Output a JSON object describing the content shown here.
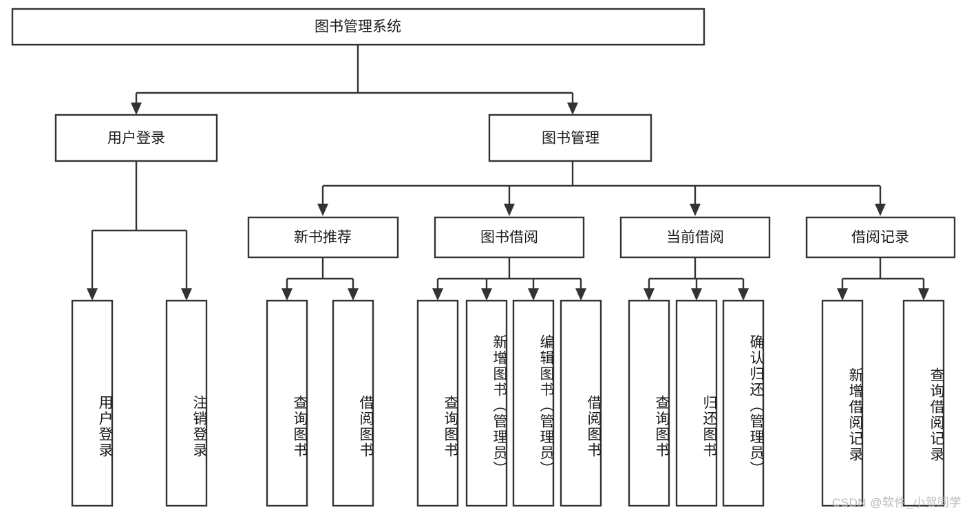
{
  "diagram": {
    "title": "图书管理系统",
    "type": "hierarchy-tree",
    "watermark": "CSDN @软件_小贺同学",
    "colors": {
      "box_stroke": "#333333",
      "box_fill": "#ffffff",
      "text": "#1a1a1a",
      "watermark": "#b9b9b9",
      "background": "#ffffff"
    },
    "root": {
      "id": "root",
      "label": "图书管理系统"
    },
    "level2": [
      {
        "id": "user-login",
        "label": "用户登录"
      },
      {
        "id": "book-manage",
        "label": "图书管理"
      }
    ],
    "level3": [
      {
        "id": "new-book-recommend",
        "label": "新书推荐",
        "parent": "book-manage"
      },
      {
        "id": "book-borrow",
        "label": "图书借阅",
        "parent": "book-manage"
      },
      {
        "id": "current-borrow",
        "label": "当前借阅",
        "parent": "book-manage"
      },
      {
        "id": "borrow-record",
        "label": "借阅记录",
        "parent": "book-manage"
      }
    ],
    "leaves": [
      {
        "id": "leaf-user-login",
        "label": "用户登录",
        "parent": "user-login"
      },
      {
        "id": "leaf-user-logout",
        "label": "注销登录",
        "parent": "user-login"
      },
      {
        "id": "leaf-query-book-1",
        "label": "查询图书",
        "parent": "new-book-recommend"
      },
      {
        "id": "leaf-borrow-book-1",
        "label": "借阅图书",
        "parent": "new-book-recommend"
      },
      {
        "id": "leaf-query-book-2",
        "label": "查询图书",
        "parent": "book-borrow"
      },
      {
        "id": "leaf-add-book",
        "label": "新增图书（管理员）",
        "parent": "book-borrow"
      },
      {
        "id": "leaf-edit-book",
        "label": "编辑图书（管理员）",
        "parent": "book-borrow"
      },
      {
        "id": "leaf-borrow-book-2",
        "label": "借阅图书",
        "parent": "book-borrow"
      },
      {
        "id": "leaf-query-book-3",
        "label": "查询图书",
        "parent": "current-borrow"
      },
      {
        "id": "leaf-return-book",
        "label": "归还图书",
        "parent": "current-borrow"
      },
      {
        "id": "leaf-confirm-return",
        "label": "确认归还（管理员）",
        "parent": "current-borrow"
      },
      {
        "id": "leaf-add-record",
        "label": "新增借阅记录",
        "parent": "borrow-record"
      },
      {
        "id": "leaf-query-record",
        "label": "查询借阅记录",
        "parent": "borrow-record"
      }
    ]
  }
}
